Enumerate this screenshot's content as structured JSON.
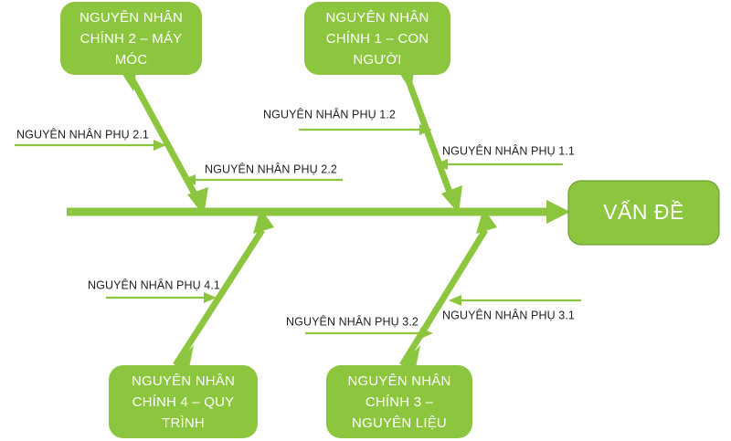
{
  "diagram": {
    "type": "fishbone-ishikawa",
    "title": "",
    "colors": {
      "accent_green": "#8CC63E",
      "box_text": "#FFFFFF",
      "label_text": "#231F20",
      "background": "#FFFFFF",
      "problem_box_border": "#6F9E32"
    },
    "problem": {
      "label": "VẤN ĐỀ"
    },
    "main_causes": [
      {
        "id": "cause-2",
        "position": "top-left",
        "lines": [
          "NGUYÊN NHÂN",
          "CHÍNH 2 – MÁY",
          "MÓC"
        ],
        "text": "NGUYÊN NHÂN CHÍNH 2 – MÁY MÓC"
      },
      {
        "id": "cause-1",
        "position": "top-right",
        "lines": [
          "NGUYÊN NHÂN",
          "CHÍNH 1 – CON",
          "NGƯỜI"
        ],
        "text": "NGUYÊN NHÂN CHÍNH 1 – CON NGƯỜI"
      },
      {
        "id": "cause-4",
        "position": "bottom-left",
        "lines": [
          "NGUYÊN NHÂN",
          "CHÍNH 4 – QUY",
          "TRÌNH"
        ],
        "text": "NGUYÊN NHÂN CHÍNH 4 – QUY TRÌNH"
      },
      {
        "id": "cause-3",
        "position": "bottom-right",
        "lines": [
          "NGUYÊN NHÂN",
          "CHÍNH 3 –",
          "NGUYÊN LIỆU"
        ],
        "text": "NGUYÊN NHÂN CHÍNH 3 – NGUYÊN LIỆU"
      }
    ],
    "sub_causes": [
      {
        "id": "sub-2-1",
        "label": "NGUYÊN NHÂN PHỤ 2.1",
        "parent": "cause-2",
        "direction": "right"
      },
      {
        "id": "sub-2-2",
        "label": "NGUYÊN NHÂN PHỤ 2.2",
        "parent": "cause-2",
        "direction": "left"
      },
      {
        "id": "sub-1-2",
        "label": "NGUYÊN NHÂN PHỤ 1.2",
        "parent": "cause-1",
        "direction": "right"
      },
      {
        "id": "sub-1-1",
        "label": "NGUYÊN NHÂN PHỤ 1.1",
        "parent": "cause-1",
        "direction": "left"
      },
      {
        "id": "sub-4-1",
        "label": "NGUYÊN NHÂN PHỤ 4.1",
        "parent": "cause-4",
        "direction": "right"
      },
      {
        "id": "sub-3-2",
        "label": "NGUYÊN NHÂN PHỤ 3.2",
        "parent": "cause-3",
        "direction": "right"
      },
      {
        "id": "sub-3-1",
        "label": "NGUYÊN NHÂN PHỤ 3.1",
        "parent": "cause-3",
        "direction": "left"
      }
    ]
  }
}
